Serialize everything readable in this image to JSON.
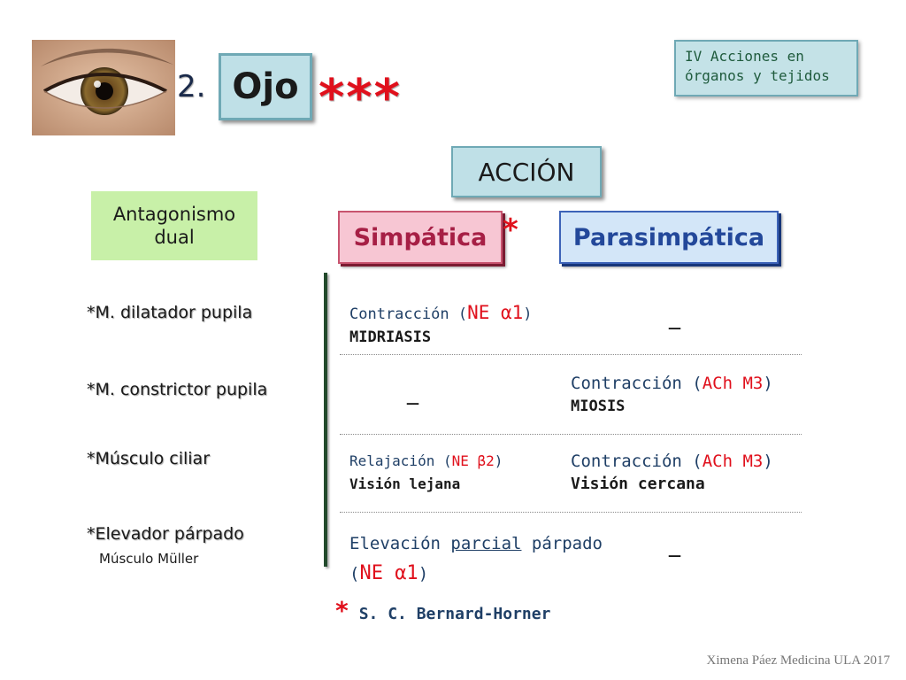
{
  "header": {
    "number": "2.",
    "title": "Ojo",
    "stars": "***",
    "section_line1": "IV Acciones en",
    "section_line2": "órganos y tejidos"
  },
  "accion_label": "ACCIÓN",
  "antagonismo": {
    "line1": "Antagonismo",
    "line2": "dual"
  },
  "simpatica": {
    "label": "Simpática",
    "star": "*"
  },
  "parasimpatica": {
    "label": "Parasimpática"
  },
  "rows": [
    {
      "organ": "*M. dilatador pupila",
      "simp": {
        "text1": "Contracción (",
        "highlight": "NE α1",
        "close": ")",
        "sub": "MIDRIASIS"
      },
      "para": "_"
    },
    {
      "organ": "*M. constrictor pupila",
      "simp": "_",
      "para": {
        "text1": "Contracción (",
        "highlight": "ACh M3",
        "close": ")",
        "sub": "MIOSIS"
      }
    },
    {
      "organ": "*Músculo ciliar",
      "simp": {
        "text1": "Relajación (",
        "highlight": "NE β2",
        "close": ")",
        "sub": "Visión lejana"
      },
      "para": {
        "text1": "Contracción (",
        "highlight": "ACh M3",
        "close": ")",
        "sub": "Visión cercana"
      }
    },
    {
      "organ": "*Elevador párpado",
      "organ_sub": "Músculo Müller",
      "simp": {
        "text_before": "Elevación ",
        "underlined": "parcial",
        "text_after": " párpado",
        "open": "(",
        "highlight": "NE α1",
        "close": ")"
      },
      "para": "_"
    }
  ],
  "footnote": {
    "star": "*",
    "text": "S. C. Bernard-Horner"
  },
  "credit": "Ximena Páez Medicina ULA 2017",
  "colors": {
    "accent_red": "#e0101c",
    "teal_box": "#bfe0e7",
    "pink_box": "#f7c6d3",
    "blue_box": "#d3e6f8",
    "green_box": "#c8f0a8"
  }
}
